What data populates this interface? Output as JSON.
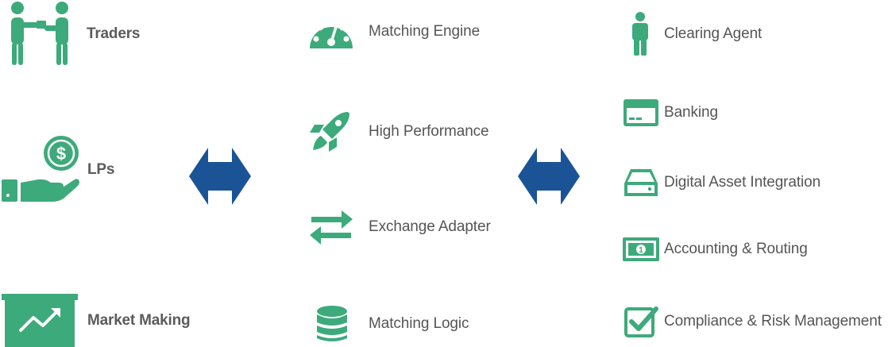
{
  "colors": {
    "icon_green": "#3daa7b",
    "arrow_blue": "#1b5397",
    "left_text": "#5b5b5b",
    "text": "#555555"
  },
  "participants": [
    {
      "icon": "traders-icon",
      "label": "Traders"
    },
    {
      "icon": "lp-money-hand-icon",
      "label": "LPs"
    },
    {
      "icon": "market-making-chart-icon",
      "label": "Market Making"
    }
  ],
  "core": [
    {
      "icon": "speedometer-icon",
      "label": "Matching Engine"
    },
    {
      "icon": "rocket-icon",
      "label": "High Performance"
    },
    {
      "icon": "exchange-arrows-icon",
      "label": "Exchange Adapter"
    },
    {
      "icon": "database-icon",
      "label": "Matching Logic"
    }
  ],
  "services": [
    {
      "icon": "person-icon",
      "label": "Clearing Agent"
    },
    {
      "icon": "credit-card-icon",
      "label": "Banking"
    },
    {
      "icon": "hard-drive-icon",
      "label": "Digital Asset Integration"
    },
    {
      "icon": "banknote-icon",
      "label": "Accounting & Routing"
    },
    {
      "icon": "checkbox-icon",
      "label": "Compliance & Risk Management"
    }
  ]
}
